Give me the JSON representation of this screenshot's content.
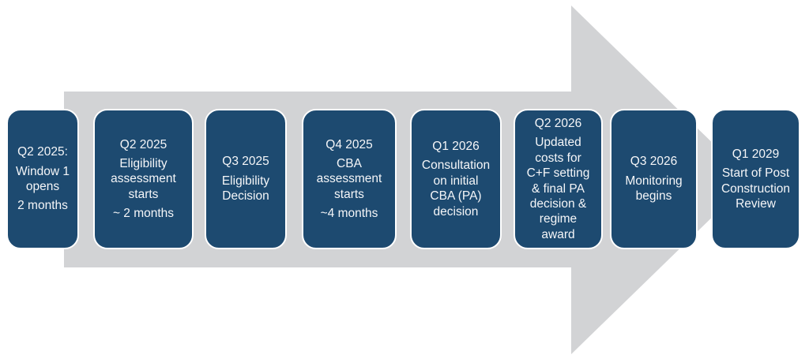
{
  "colors": {
    "background": "#ffffff",
    "arrow_fill": "#d2d3d5",
    "box_fill": "#1d4a70",
    "box_border": "#ffffff",
    "text": "#f5f6f8"
  },
  "timeline": {
    "milestones": [
      {
        "heading": "Q2 2025:",
        "body": "Window 1\nopens",
        "note": "2 months"
      },
      {
        "heading": "Q2 2025",
        "body": "Eligibility\nassessment\nstarts",
        "note": "~ 2 months"
      },
      {
        "heading": "Q3 2025",
        "body": "Eligibility\nDecision",
        "note": ""
      },
      {
        "heading": "Q4 2025",
        "body": "CBA\nassessment\nstarts",
        "note": "~4 months"
      },
      {
        "heading": "Q1 2026",
        "body": "Consultation\non initial\nCBA (PA)\ndecision",
        "note": ""
      },
      {
        "heading": "Q2 2026",
        "body": "Updated\ncosts for\nC+F setting\n& final PA\ndecision &\nregime\naward",
        "note": ""
      },
      {
        "heading": "Q3 2026",
        "body": "Monitoring\nbegins",
        "note": ""
      },
      {
        "heading": "Q1 2029",
        "body": "Start of Post\nConstruction\nReview",
        "note": ""
      }
    ]
  }
}
